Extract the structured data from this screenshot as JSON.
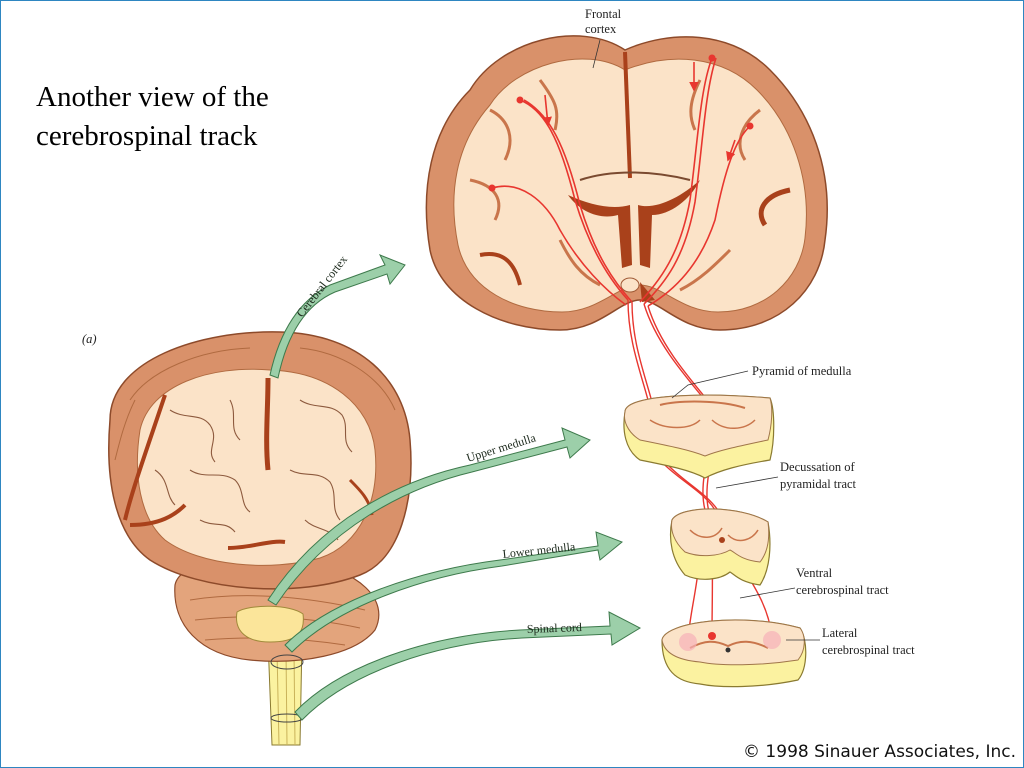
{
  "slide": {
    "title_line1": "Another view of the",
    "title_line2": "cerebrospinal track"
  },
  "panel_label": "(a)",
  "labels": {
    "frontal_cortex_1": "Frontal",
    "frontal_cortex_2": "cortex",
    "pyramid_of_medulla": "Pyramid of medulla",
    "decussation_1": "Decussation of",
    "decussation_2": "pyramidal tract",
    "ventral_1": "Ventral",
    "ventral_2": "cerebrospinal tract",
    "lateral_1": "Lateral",
    "lateral_2": "cerebrospinal tract"
  },
  "arrows": {
    "cerebral_cortex": "Cerebral cortex",
    "upper_medulla": "Upper medulla",
    "lower_medulla": "Lower medulla",
    "spinal_cord": "Spinal cord"
  },
  "copyright": "© 1998 Sinauer Associates, Inc.",
  "colors": {
    "cortex_dark": "#d9916a",
    "cortex_light": "#fbe3c8",
    "sulcus": "#a9411b",
    "tract": "#e8362f",
    "arrow_fill": "#9ccfa9",
    "section_yellow": "#fbf2a0",
    "border": "#2e86c1"
  }
}
